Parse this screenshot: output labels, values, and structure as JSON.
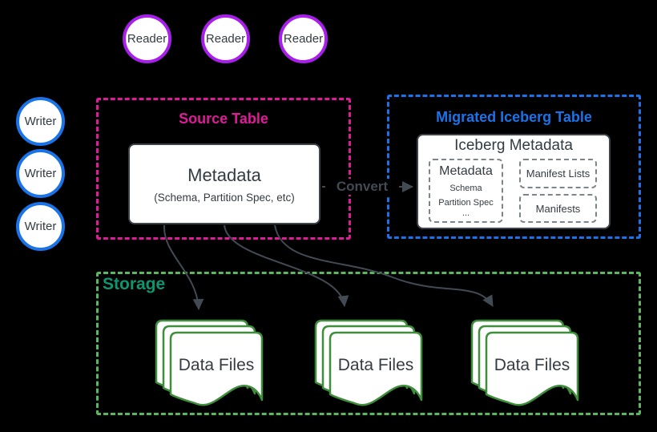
{
  "colors": {
    "bg": "#000000",
    "ink": "#343b42",
    "purple": "#a81eeb",
    "blue": "#1a73e8",
    "magenta": "#e01a9a",
    "teal": "#0d9670",
    "greendash": "#5cb85c",
    "docgreen": "#3e8e3c",
    "boxline": "#3e444c",
    "subdash": "#7d858c",
    "arrow": "#424a54"
  },
  "readers": [
    "Reader",
    "Reader",
    "Reader"
  ],
  "writers": [
    "Writer",
    "Writer",
    "Writer"
  ],
  "source_table": {
    "title": "Source Table",
    "metadata": {
      "title": "Metadata",
      "subtitle": "(Schema, Partition Spec, etc)"
    }
  },
  "convert": {
    "label": "Convert"
  },
  "migrated_table": {
    "title": "Migrated Iceberg Table",
    "inner_title": "Iceberg Metadata",
    "metadata_box": {
      "title": "Metadata",
      "items": [
        "Schema",
        "Partition Spec",
        "..."
      ]
    },
    "manifest_lists": "Manifest Lists",
    "manifests": "Manifests"
  },
  "storage": {
    "title": "Storage",
    "data_files": [
      "Data Files",
      "Data Files",
      "Data Files"
    ]
  }
}
